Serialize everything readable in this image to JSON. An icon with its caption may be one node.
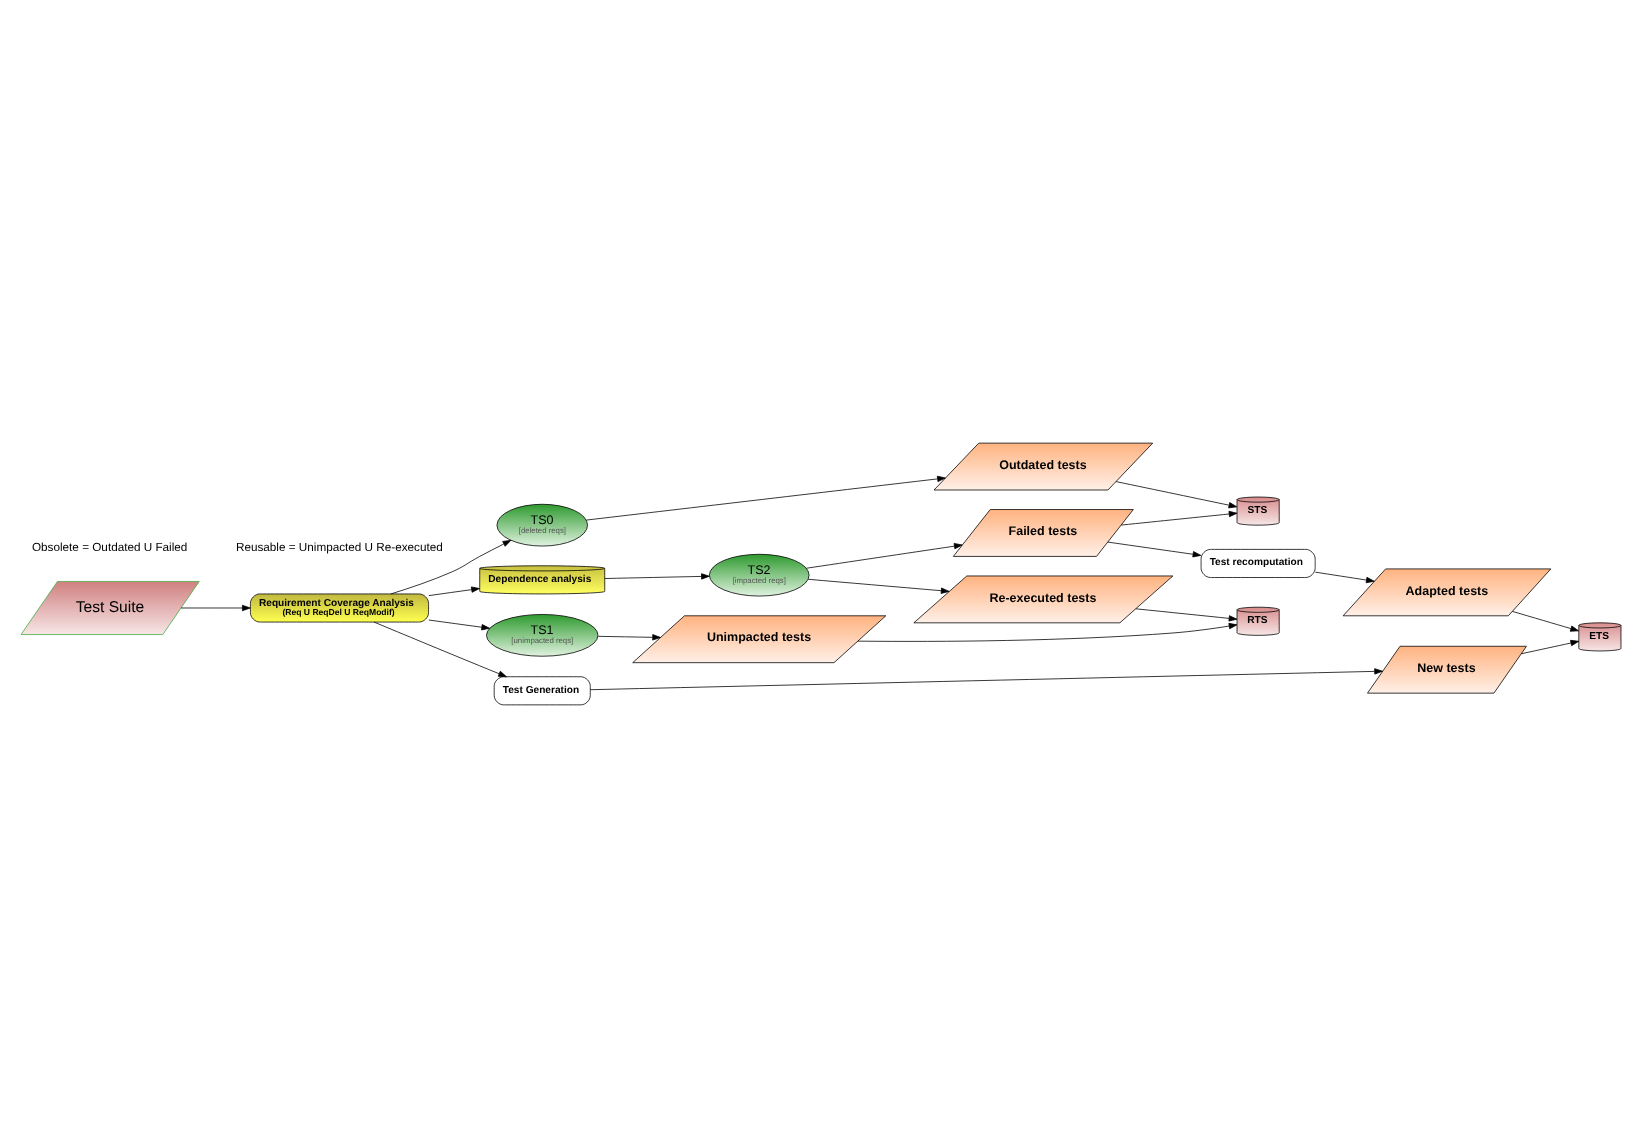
{
  "diagram": {
    "nodes": [
      {
        "text": [
          "Test Suite"
        ]
      },
      {
        "text": [
          "Requirement Coverage Analysis",
          "(Req U ReqDel U ReqModif)"
        ]
      },
      {
        "text": [
          "TS0",
          "[deleted reqs]"
        ]
      },
      {
        "text": [
          "Outdated tests"
        ]
      },
      {
        "text": [
          "STS"
        ]
      },
      {
        "text": [
          "TS1",
          "[unimpacted reqs]"
        ]
      },
      {
        "text": [
          "Unimpacted tests"
        ]
      },
      {
        "text": [
          "RTS"
        ]
      },
      {
        "text": [
          "Dependence analysis"
        ]
      },
      {
        "text": [
          "Test Generation"
        ]
      },
      {
        "text": [
          "Re-executed tests"
        ]
      },
      {
        "text": [
          "TS2",
          "[impacted reqs]"
        ]
      },
      {
        "text": [
          "New tests"
        ]
      },
      {
        "text": [
          "Failed tests"
        ]
      },
      {
        "text": [
          "Test recomputation"
        ]
      },
      {
        "text": [
          "ETS"
        ]
      },
      {
        "text": [
          "Adapted tests"
        ]
      }
    ],
    "edges": [
      {
        "from": 0,
        "to": 1,
        "arrow": "to"
      },
      {
        "from": 1,
        "to": 2,
        "arrow": "to"
      },
      {
        "from": 1,
        "to": 5,
        "arrow": "to"
      },
      {
        "from": 1,
        "to": 8,
        "arrow": "to"
      },
      {
        "from": 1,
        "to": 9,
        "arrow": "to"
      },
      {
        "from": 2,
        "to": 3,
        "arrow": "to"
      },
      {
        "from": 3,
        "to": 4,
        "arrow": "to"
      },
      {
        "from": 5,
        "to": 6,
        "arrow": "to"
      },
      {
        "from": 6,
        "to": 7,
        "arrow": "to"
      },
      {
        "from": 8,
        "to": 11,
        "arrow": "to"
      },
      {
        "from": 9,
        "to": 12,
        "arrow": "to"
      },
      {
        "from": 11,
        "to": 10,
        "arrow": "to"
      },
      {
        "from": 11,
        "to": 13,
        "arrow": "to"
      },
      {
        "from": 10,
        "to": 7,
        "arrow": "to"
      },
      {
        "from": 13,
        "to": 4,
        "arrow": "to"
      },
      {
        "from": 13,
        "to": 14,
        "arrow": "to"
      },
      {
        "from": 14,
        "to": 16,
        "arrow": "to"
      },
      {
        "from": 12,
        "to": 15,
        "arrow": "to"
      },
      {
        "from": 16,
        "to": 15,
        "arrow": "to"
      }
    ],
    "labels": [
      "Obsolete = Outdated U Failed",
      "Reusable = Unimpacted U Re-executed"
    ]
  }
}
